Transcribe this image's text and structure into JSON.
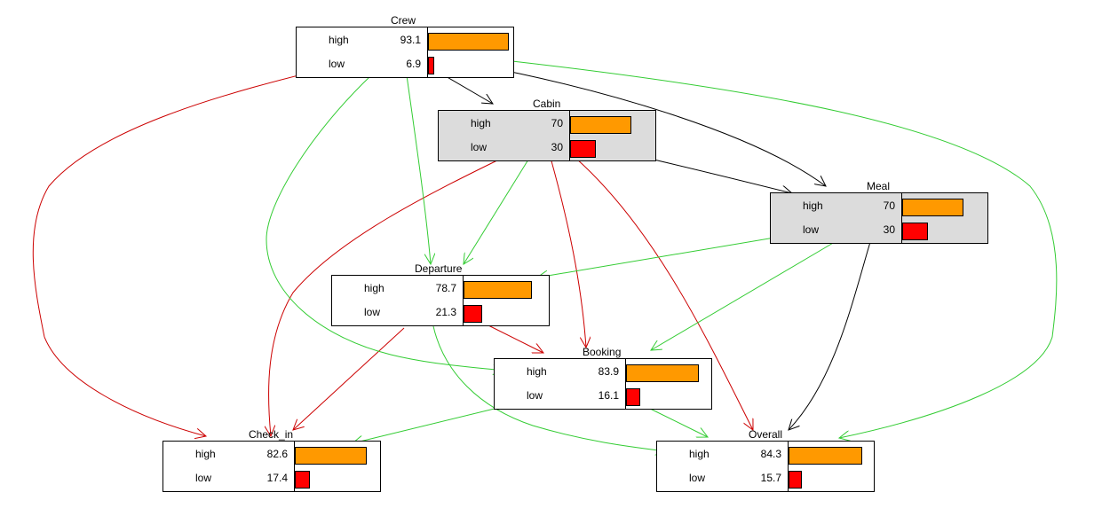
{
  "colors": {
    "high": "#ff9900",
    "low": "#ff0000",
    "edge_black": "#000000",
    "edge_red": "#cc0000",
    "edge_green": "#33cc33"
  },
  "nodes": {
    "crew": {
      "title": "Crew",
      "high_label": "high",
      "high_value": "93.1",
      "low_label": "low",
      "low_value": "6.9",
      "high": 93.1,
      "low": 6.9
    },
    "cabin": {
      "title": "Cabin",
      "high_label": "high",
      "high_value": "70",
      "low_label": "low",
      "low_value": "30",
      "high": 70,
      "low": 30
    },
    "meal": {
      "title": "Meal",
      "high_label": "high",
      "high_value": "70",
      "low_label": "low",
      "low_value": "30",
      "high": 70,
      "low": 30
    },
    "departure": {
      "title": "Departure",
      "high_label": "high",
      "high_value": "78.7",
      "low_label": "low",
      "low_value": "21.3",
      "high": 78.7,
      "low": 21.3
    },
    "booking": {
      "title": "Booking",
      "high_label": "high",
      "high_value": "83.9",
      "low_label": "low",
      "low_value": "16.1",
      "high": 83.9,
      "low": 16.1
    },
    "checkin": {
      "title": "Check_in",
      "high_label": "high",
      "high_value": "82.6",
      "low_label": "low",
      "low_value": "17.4",
      "high": 82.6,
      "low": 17.4
    },
    "overall": {
      "title": "Overall",
      "high_label": "high",
      "high_value": "84.3",
      "low_label": "low",
      "low_value": "15.7",
      "high": 84.3,
      "low": 15.7
    }
  },
  "edges": [
    {
      "from": "Crew",
      "to": "Cabin",
      "color": "black"
    },
    {
      "from": "Crew",
      "to": "Meal",
      "color": "black"
    },
    {
      "from": "Cabin",
      "to": "Meal",
      "color": "black"
    },
    {
      "from": "Meal",
      "to": "Overall",
      "color": "black"
    },
    {
      "from": "Crew",
      "to": "Check_in",
      "color": "red"
    },
    {
      "from": "Cabin",
      "to": "Check_in",
      "color": "red"
    },
    {
      "from": "Cabin",
      "to": "Booking",
      "color": "red"
    },
    {
      "from": "Cabin",
      "to": "Overall",
      "color": "red"
    },
    {
      "from": "Departure",
      "to": "Check_in",
      "color": "red"
    },
    {
      "from": "Departure",
      "to": "Booking",
      "color": "red"
    },
    {
      "from": "Crew",
      "to": "Departure",
      "color": "green"
    },
    {
      "from": "Crew",
      "to": "Booking",
      "color": "green"
    },
    {
      "from": "Crew",
      "to": "Overall",
      "color": "green"
    },
    {
      "from": "Cabin",
      "to": "Departure",
      "color": "green"
    },
    {
      "from": "Meal",
      "to": "Departure",
      "color": "green"
    },
    {
      "from": "Meal",
      "to": "Booking",
      "color": "green"
    },
    {
      "from": "Departure",
      "to": "Overall",
      "color": "green"
    },
    {
      "from": "Booking",
      "to": "Check_in",
      "color": "green"
    },
    {
      "from": "Booking",
      "to": "Overall",
      "color": "green"
    }
  ]
}
